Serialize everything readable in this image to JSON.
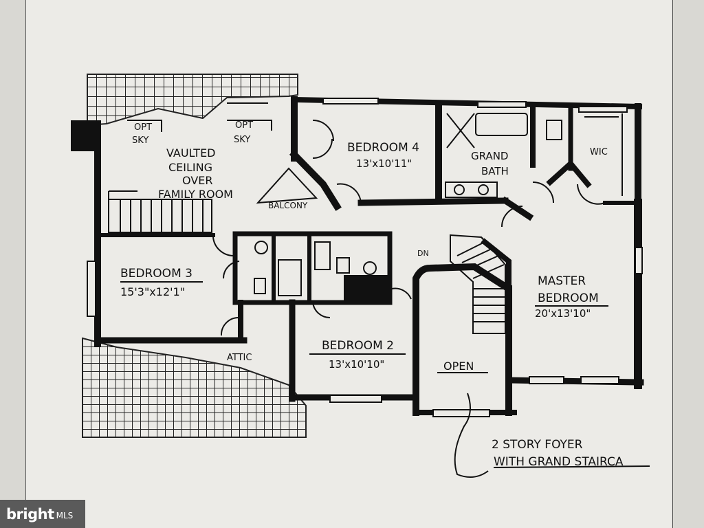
{
  "rooms": {
    "bedroom4": {
      "name": "BEDROOM 4",
      "size": "13'x10'11\""
    },
    "grand_bath": {
      "line1": "GRAND",
      "line2": "BATH"
    },
    "wic": "WIC",
    "vaulted": {
      "line1": "VAULTED",
      "line2": "CEILING",
      "line3": "OVER",
      "line4": "FAMILY ROOM"
    },
    "opt_sky_1": {
      "line1": "OPT",
      "line2": "SKY"
    },
    "opt_sky_2": {
      "line1": "OPT",
      "line2": "SKY"
    },
    "balcony": "BALCONY",
    "bedroom3": {
      "name": "BEDROOM 3",
      "size": "15'3\"x12'1\""
    },
    "master": {
      "line1": "MASTER",
      "line2": "BEDROOM",
      "size": "20'x13'10\""
    },
    "bedroom2": {
      "name": "BEDROOM 2",
      "size": "13'x10'10\""
    },
    "open": "OPEN",
    "attic": "ATTIC",
    "dn": "DN"
  },
  "foyer_note": {
    "line1": "2 STORY FOYER",
    "line2": "WITH GRAND STAIRCA"
  },
  "watermark": {
    "brand": "bright",
    "suffix": "MLS"
  }
}
